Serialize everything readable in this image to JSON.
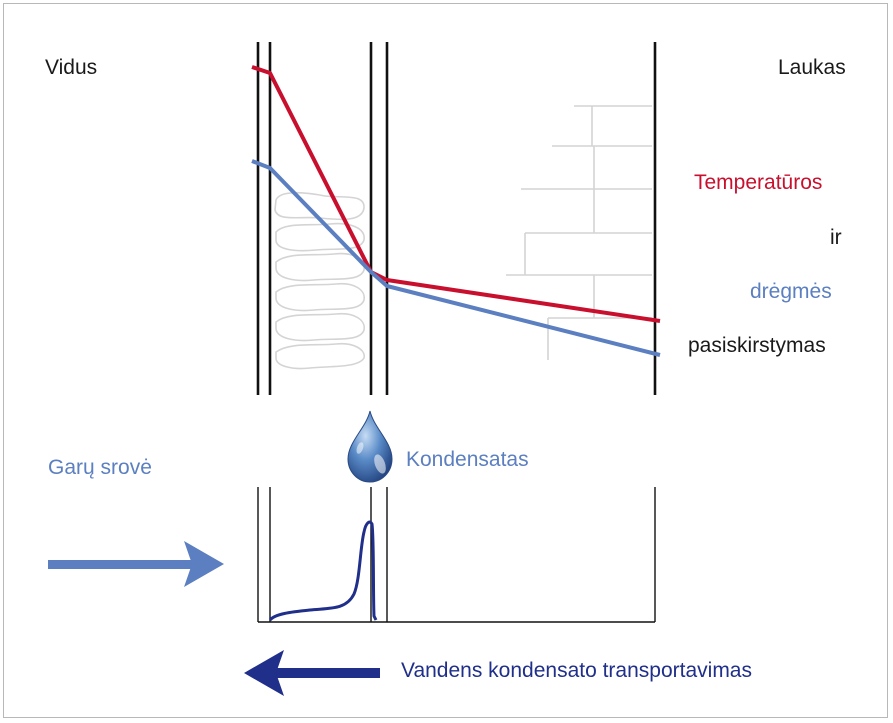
{
  "labels": {
    "inside": "Vidus",
    "outside": "Laukas",
    "temperature": "Temperatūros",
    "and": "ir",
    "humidity": "drėgmės",
    "crossing": "pasiskirstymas",
    "vapour_flow": "Garų srovė",
    "condensate": "Kondensatas",
    "water_transport": "Vandens kondensato transportavimas"
  },
  "colors": {
    "temperature": "#c8102e",
    "humidity": "#5b7fc0",
    "water_curve": "#1f2f8a",
    "vapour_arrow": "#5b7fc0",
    "transport_arrow": "#1f2f8a",
    "walls": "#111111",
    "masonry": "#d4d4d4"
  }
}
